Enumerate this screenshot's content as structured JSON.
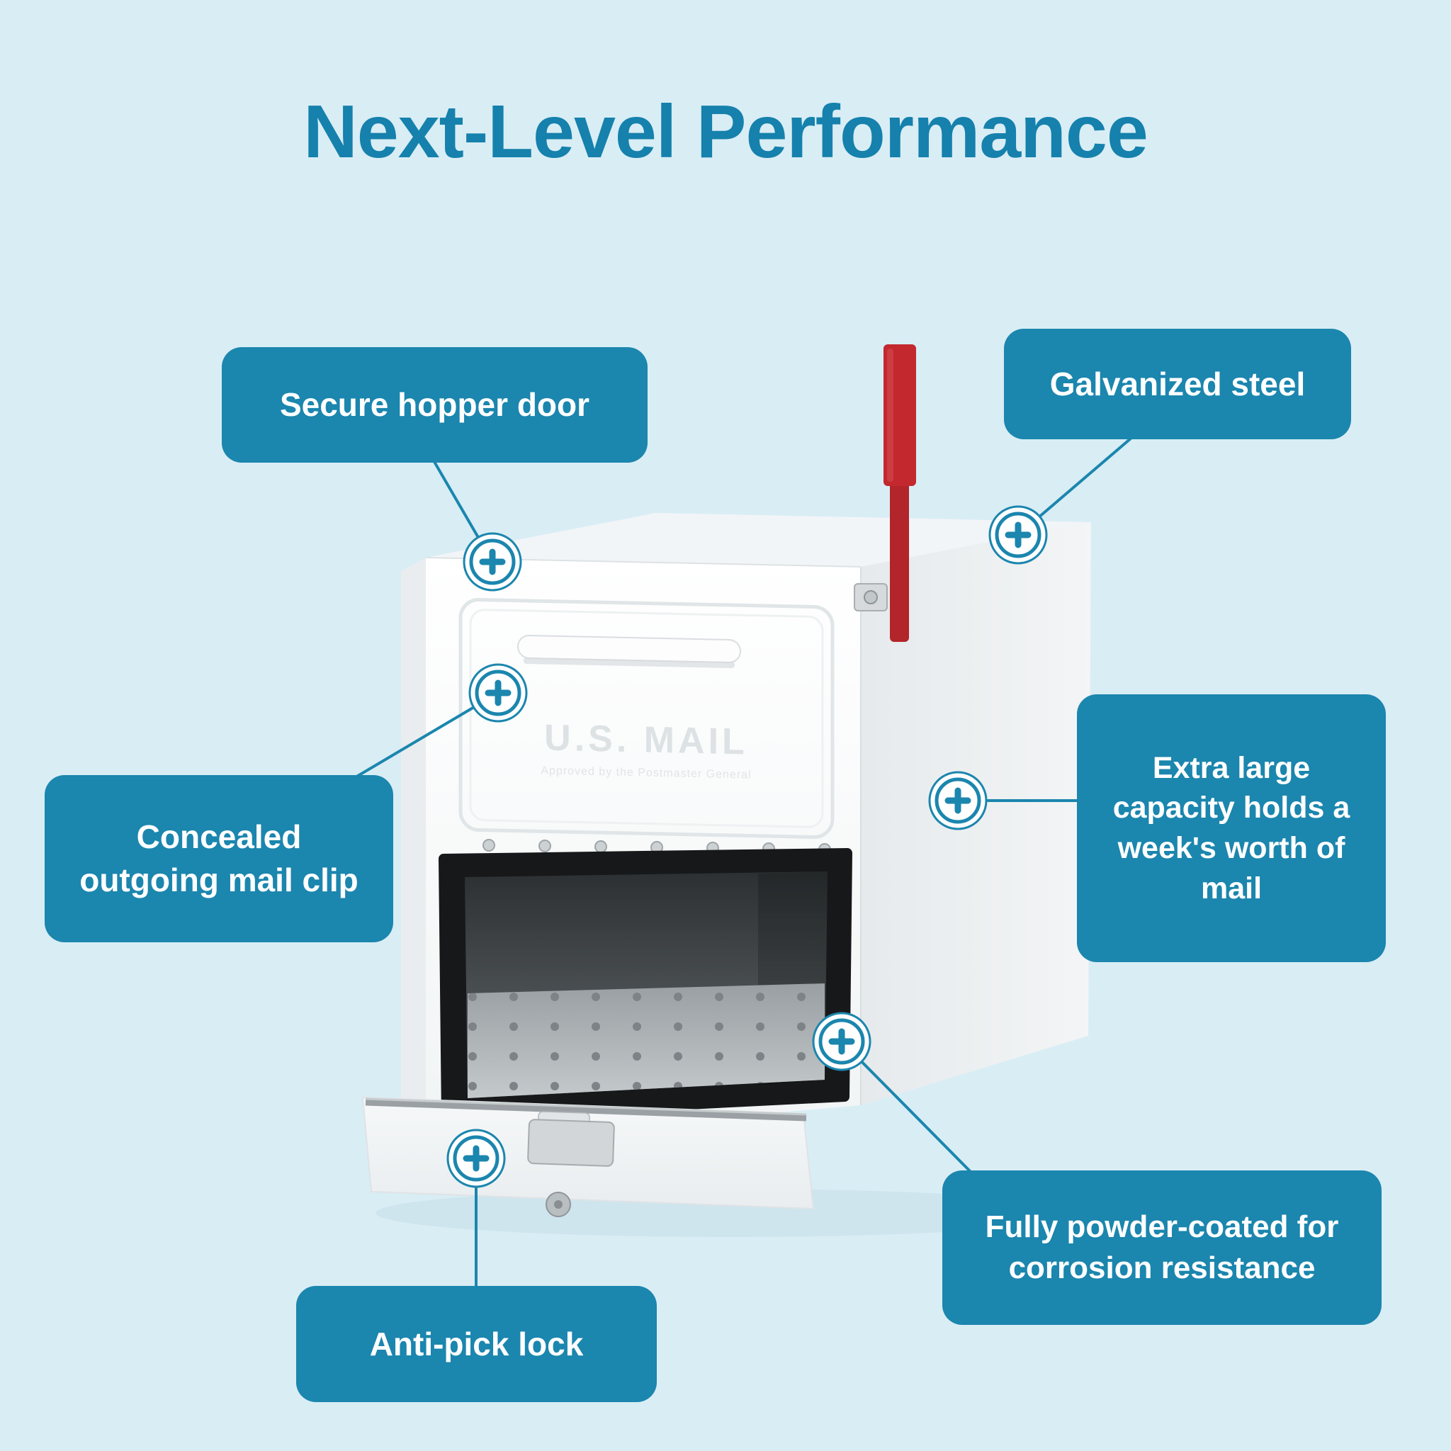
{
  "title": "Next-Level Performance",
  "colors": {
    "background": "#d9edf5",
    "accent": "#1b86ae",
    "callout_text": "#ffffff",
    "flag_red": "#c2282e"
  },
  "callouts": {
    "secure_hopper_door": "Secure hopper door",
    "galvanized_steel": "Galvanized steel",
    "concealed_mail_clip": "Concealed outgoing mail clip",
    "extra_large_capacity": "Extra large capacity holds a week's worth of mail",
    "powder_coated": "Fully powder-coated for corrosion resistance",
    "anti_pick_lock": "Anti-pick lock"
  },
  "product": {
    "embossed_text": "U.S. MAIL",
    "embossed_subtext": "Approved by the Postmaster General"
  }
}
